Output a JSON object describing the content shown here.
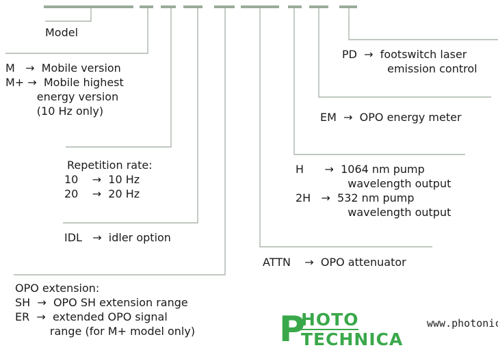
{
  "colors": {
    "code_bar": "#9aab9a",
    "leader_line": "#aab5aa",
    "text": "#1a1a1a",
    "logo_green": "#3aa84a"
  },
  "model": {
    "label": "Model"
  },
  "version": {
    "lines": [
      "M   →  Mobile version",
      "M+ →  Mobile highest",
      "         energy version",
      "         (10 Hz only)"
    ]
  },
  "repetition": {
    "lines": [
      "Repetition rate:",
      "10    →  10 Hz",
      "20    →  20 Hz"
    ]
  },
  "idler": {
    "label": "IDL   →  idler option"
  },
  "extension": {
    "lines": [
      "OPO extension:",
      "SH  →  OPO SH extension range",
      "ER  →  extended OPO signal",
      "          range (for M+ model only)"
    ]
  },
  "attenuator": {
    "label": "ATTN    →  OPO attenuator"
  },
  "pump": {
    "lines": [
      "H      →  1064 nm pump",
      "               wavelength output",
      "2H   →  532 nm pump",
      "               wavelength output"
    ]
  },
  "energy_meter": {
    "label": "EM  →  OPO energy meter"
  },
  "footswitch": {
    "lines": [
      "PD  →  footswitch laser",
      "             emission control"
    ]
  },
  "logo": {
    "letter": "P",
    "top": "HOTO",
    "bottom": "TECHNICA"
  },
  "url": "www.photonics"
}
